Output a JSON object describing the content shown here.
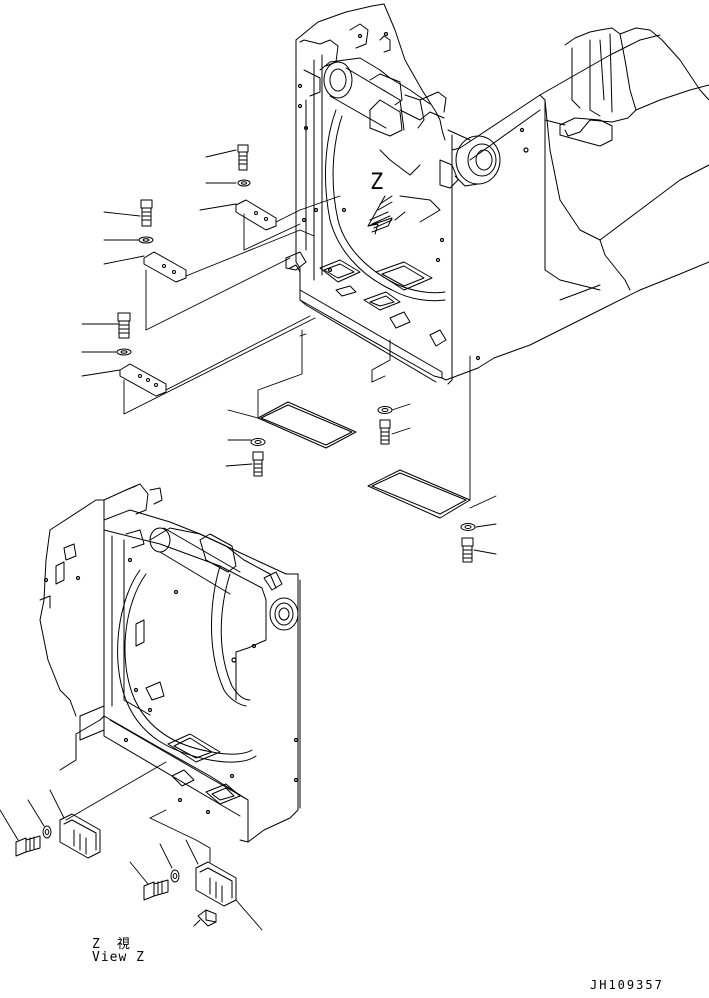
{
  "arrow_label": "Z",
  "view_label_jp": "Z　視",
  "view_label_en": "View Z",
  "drawing_id": "JH109357"
}
